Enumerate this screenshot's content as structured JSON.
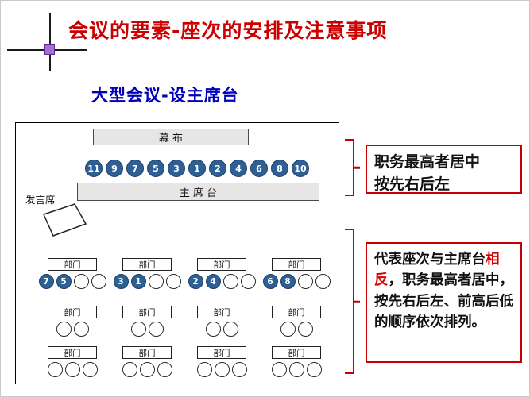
{
  "title": "会议的要素-座次的安排及注意事项",
  "subtitle": "大型会议-设主席台",
  "colors": {
    "title_red": "#cc0000",
    "subtitle_blue": "#0000bb",
    "seat_blue": "#2e6095",
    "note_border_red": "#c40000",
    "grip_purple": "#a86fd2"
  },
  "diagram": {
    "curtain_label": "幕  布",
    "rostrum_label": "主 席 台",
    "speaker_label": "发言席",
    "podium_seats": [
      "11",
      "9",
      "7",
      "5",
      "3",
      "1",
      "2",
      "4",
      "6",
      "8",
      "10"
    ],
    "audience": {
      "section_label": "部门",
      "rows": [
        {
          "sections": [
            {
              "seats": [
                "7",
                "5",
                "",
                ""
              ]
            },
            {
              "seats": [
                "3",
                "1",
                "",
                ""
              ]
            },
            {
              "seats": [
                "2",
                "4",
                "",
                ""
              ]
            },
            {
              "seats": [
                "6",
                "8",
                "",
                ""
              ]
            }
          ]
        },
        {
          "sections": [
            {
              "seats": [
                "",
                ""
              ]
            },
            {
              "seats": [
                "",
                ""
              ]
            },
            {
              "seats": [
                "",
                ""
              ]
            },
            {
              "seats": [
                "",
                ""
              ]
            }
          ]
        },
        {
          "sections": [
            {
              "seats": [
                "",
                "",
                ""
              ]
            },
            {
              "seats": [
                "",
                "",
                ""
              ]
            },
            {
              "seats": [
                "",
                "",
                ""
              ]
            },
            {
              "seats": [
                "",
                "",
                ""
              ]
            }
          ]
        }
      ]
    }
  },
  "notes": [
    {
      "lines": [
        "职务最高者居中",
        "按先右后左"
      ]
    },
    {
      "segments": [
        {
          "text": "代表座次与主席台",
          "red": false
        },
        {
          "text": "相反",
          "red": true
        },
        {
          "text": "，职务最高者居中，按先右后左、前高后低的顺序依次排列。",
          "red": false
        }
      ]
    }
  ]
}
